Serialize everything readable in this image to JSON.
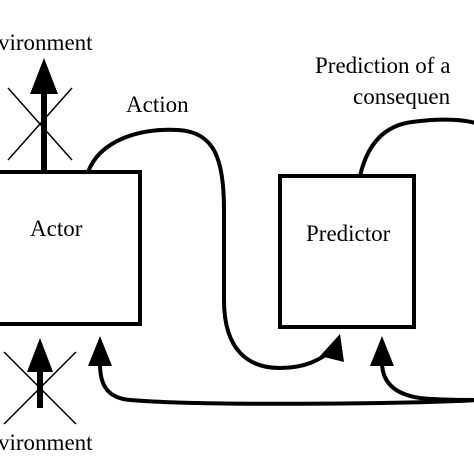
{
  "labels": {
    "environment_top": "vironment",
    "environment_bottom": "vironment",
    "action": "Action",
    "prediction_line1": "Prediction of a",
    "prediction_line2": "consequen",
    "actor": "Actor",
    "predictor": "Predictor"
  },
  "colors": {
    "stroke": "#000000",
    "background": "#ffffff"
  },
  "icons": {
    "blocked_marker": "x-cross",
    "arrowhead": "filled-triangle"
  }
}
